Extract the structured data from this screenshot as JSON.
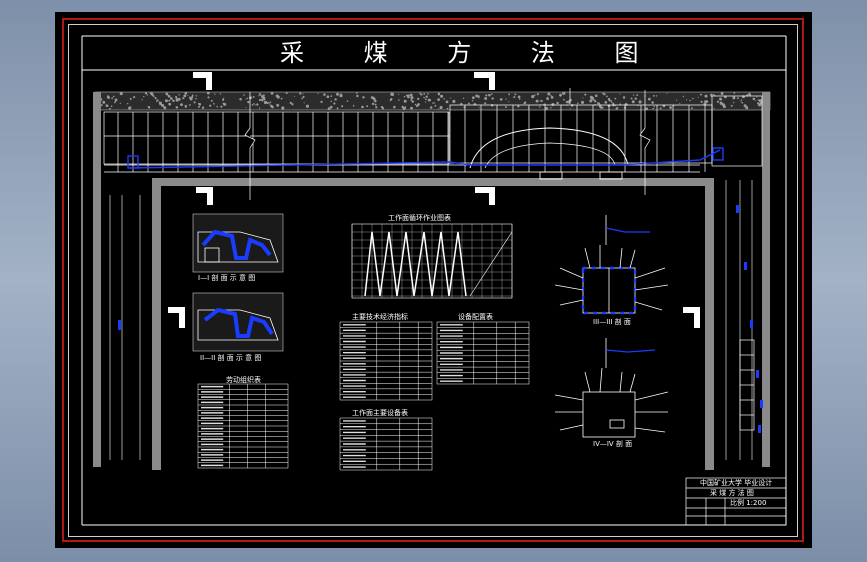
{
  "drawing": {
    "title": "采 煤 方 法 图",
    "chart_title": "工作面循环作业图表",
    "labels": {
      "section_top": "I—I 剖 面 示 意 图",
      "section_mid": "II—II 剖 面 示 意 图",
      "section_right_top": "III—III 剖 面",
      "section_right_bottom": "IV—IV 剖 面",
      "table_left": "劳动组织表",
      "table_mid_top": "主要技术经济指标",
      "table_mid_right": "设备配置表",
      "table_mid_bottom": "工作面主要设备表"
    },
    "title_block": {
      "line1": "中国矿业大学 毕业设计",
      "line2": "采 煤 方 法 图",
      "line3": "比例 1:200"
    }
  },
  "colors": {
    "background": "#000000",
    "line": "#ffffff",
    "gray_wall": "#8a8a8a",
    "blue": "#1a3cff",
    "red_border": "#b01818"
  }
}
